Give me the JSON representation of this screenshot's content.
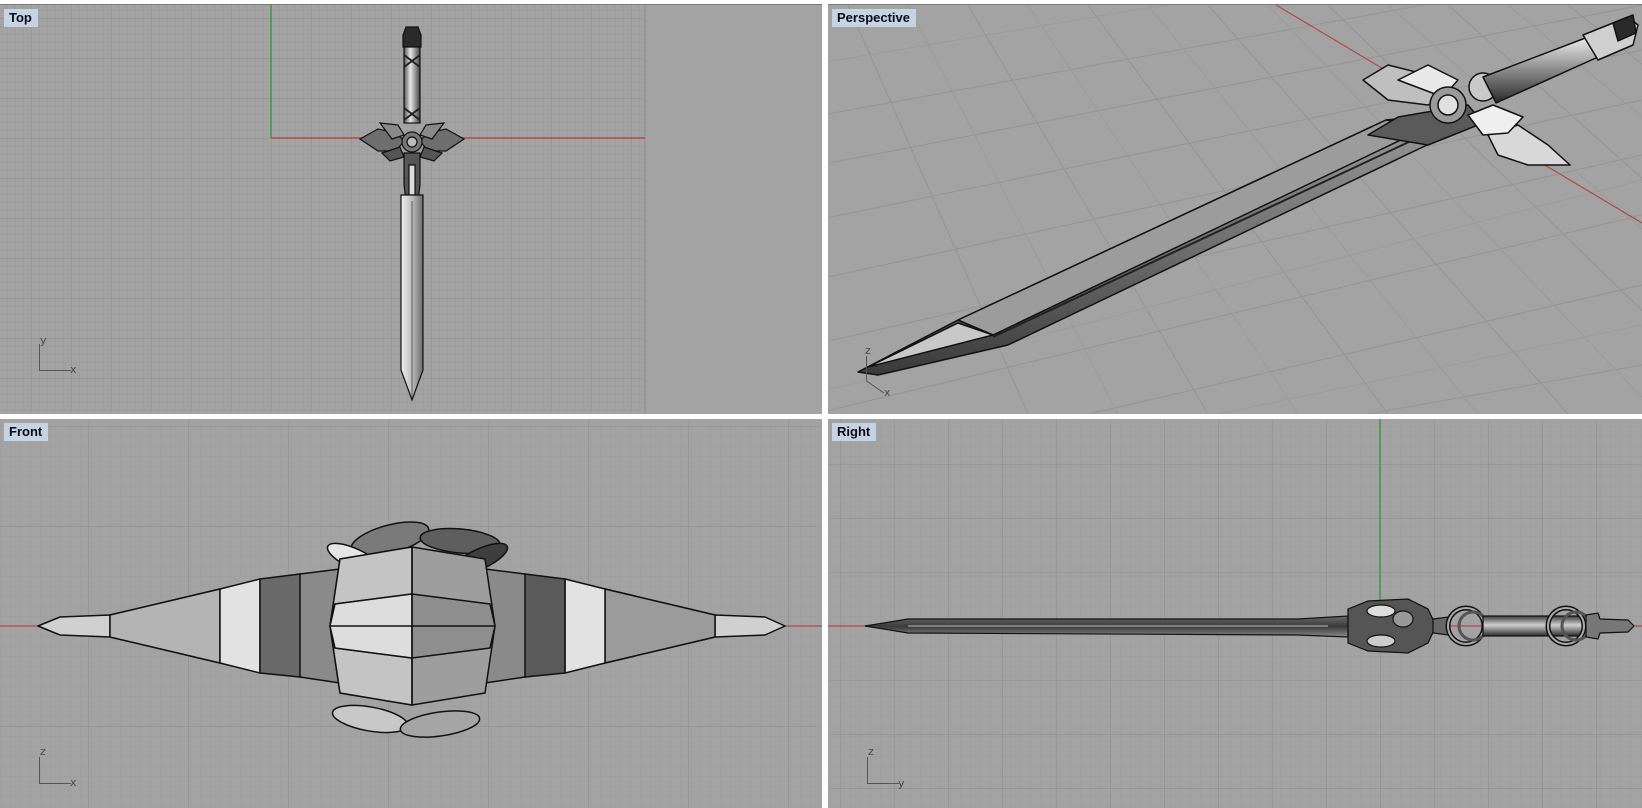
{
  "app": {
    "layout": "four-viewport",
    "background_color": "#a3a3a3",
    "grid_minor_color": "#999999",
    "grid_major_color": "#8a8a8a",
    "x_axis_color": "#b04a4a",
    "y_axis_color": "#3c9a3c",
    "label_bg_color": "#c6d3e2"
  },
  "viewports": {
    "top": {
      "label": "Top",
      "axis_v": "y",
      "axis_h": "x"
    },
    "perspective": {
      "label": "Perspective",
      "axis_v": "z",
      "axis_h": "x"
    },
    "front": {
      "label": "Front",
      "axis_v": "z",
      "axis_h": "x"
    },
    "right": {
      "label": "Right",
      "axis_v": "z",
      "axis_h": "y"
    }
  },
  "model": {
    "name": "sword"
  }
}
